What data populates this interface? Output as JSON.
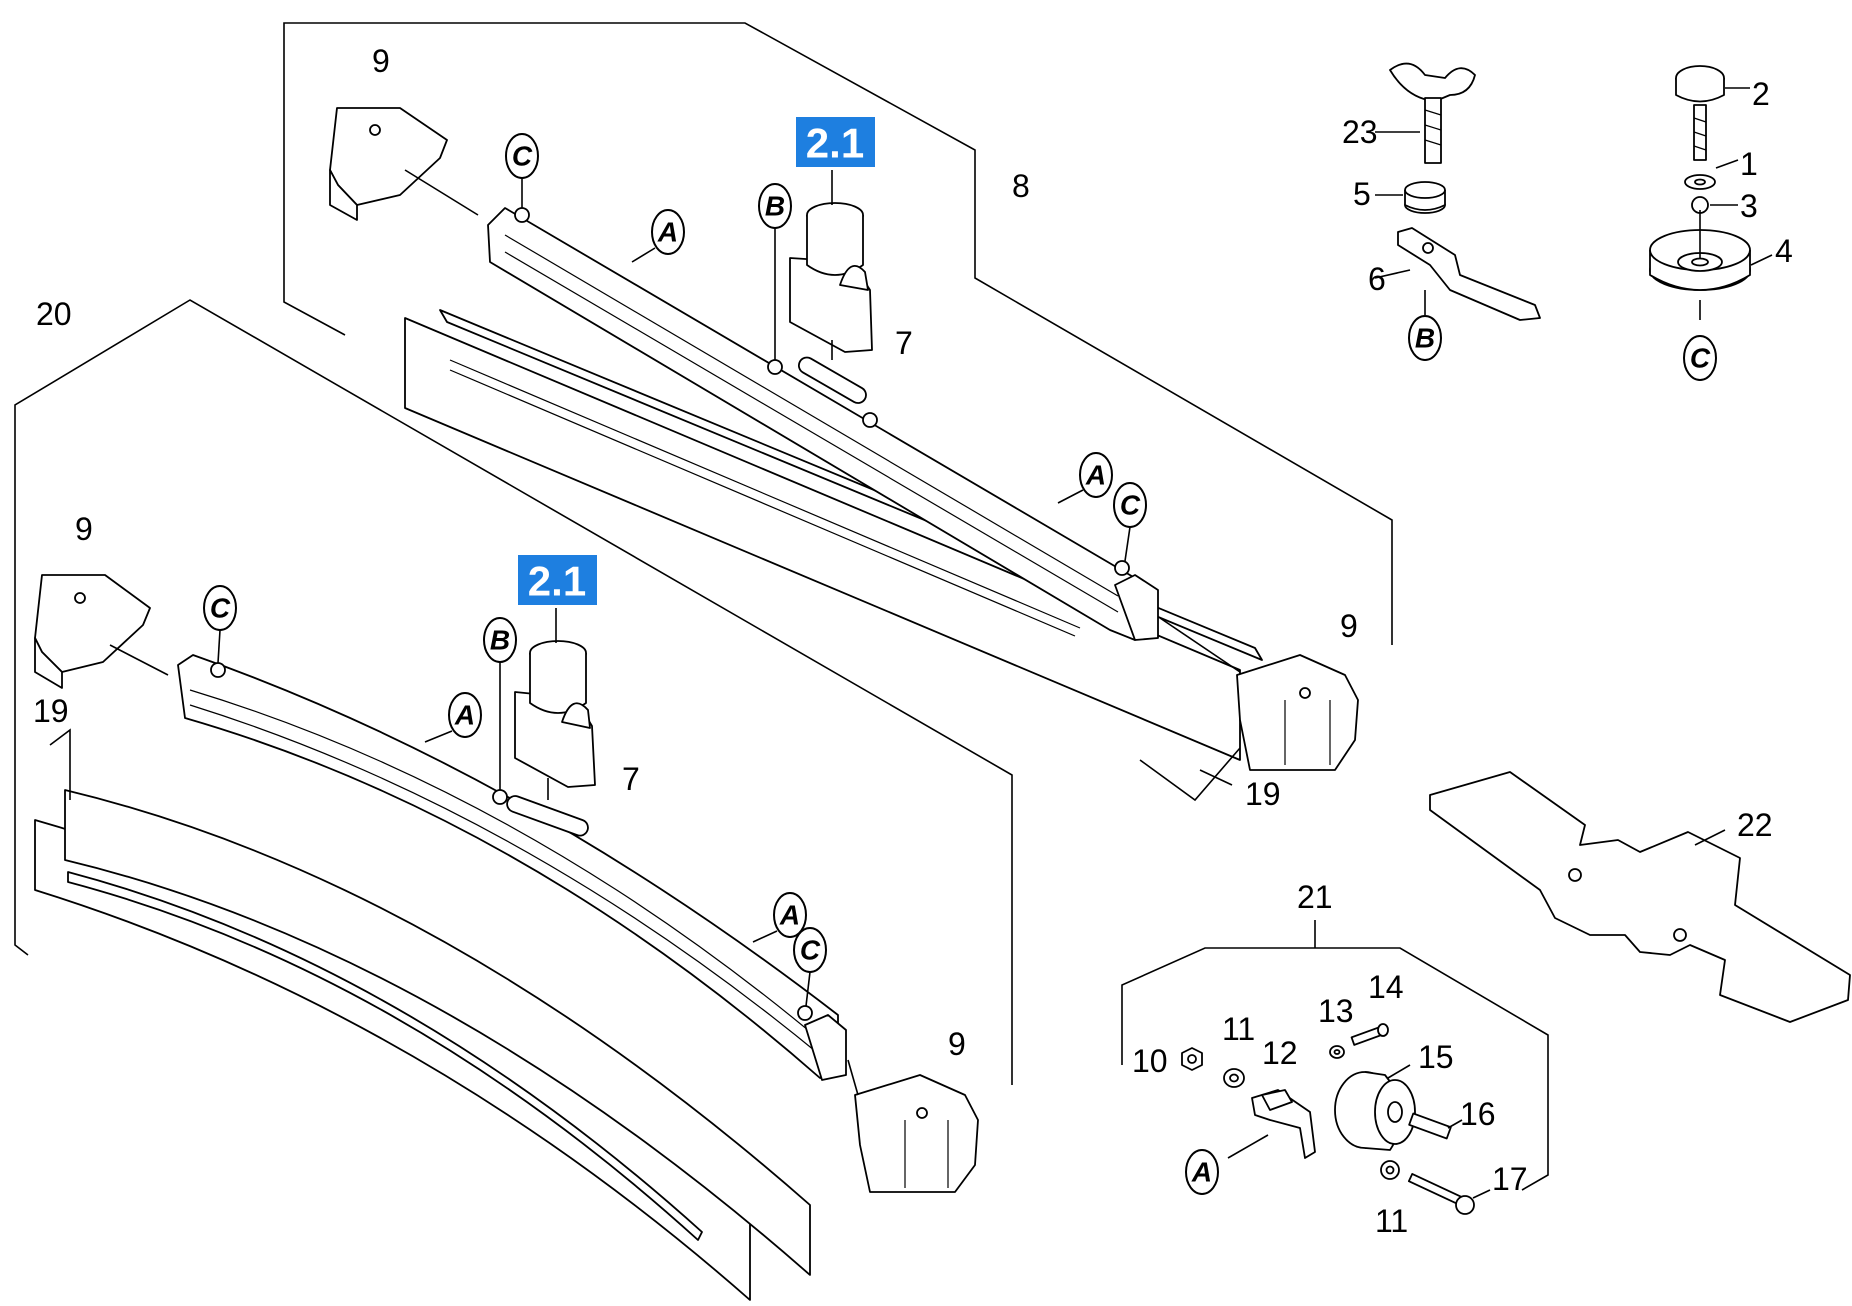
{
  "badge_color": "#1e7fe0",
  "callouts": {
    "c2": "2",
    "c1": "1",
    "c3": "3",
    "c4": "4",
    "c5": "5",
    "c6": "6",
    "c23": "23",
    "c8": "8",
    "c7a": "7",
    "c7b": "7",
    "c9a": "9",
    "c9b": "9",
    "c9c": "9",
    "c9d": "9",
    "c19a": "19",
    "c19b": "19",
    "c20": "20",
    "c21": "21",
    "c22": "22",
    "c10": "10",
    "c11a": "11",
    "c11b": "11",
    "c12": "12",
    "c13": "13",
    "c14": "14",
    "c15": "15",
    "c16": "16",
    "c17": "17"
  },
  "badges": {
    "b1": "2.1",
    "b2": "2.1"
  },
  "refs": {
    "r_c1": "C",
    "r_a1": "A",
    "r_b1": "B",
    "r_a2": "A",
    "r_c2": "C",
    "r_c3": "C",
    "r_a3": "A",
    "r_b2": "B",
    "r_a4": "A",
    "r_c4": "C",
    "r_b3": "B",
    "r_c5": "C",
    "r_a5": "A"
  }
}
